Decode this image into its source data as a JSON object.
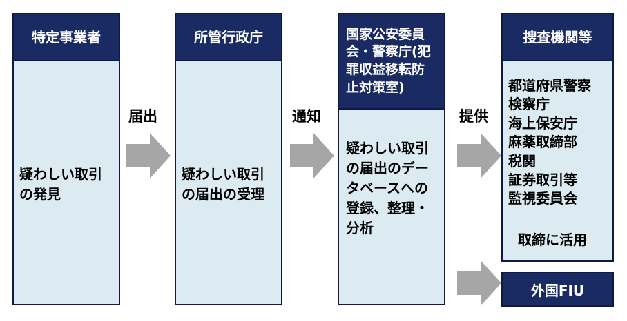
{
  "columns": [
    {
      "header": "特定事業者",
      "body": "疑わしい取引\nの発見"
    },
    {
      "header": "所管行政庁",
      "body": "疑わしい取引\nの届出の受理"
    },
    {
      "header": "国家公安委員\n会・警察庁(犯\n罪収益移転防\n止対策室)",
      "body": "疑わしい取引\nの届出のデー\nタベースへの\n登録、整理・\n分析"
    },
    {
      "header": "捜査機関等",
      "body": "都道府県警察\n検察庁\n海上保安庁\n麻薬取締部\n税関\n証券取引等\n監視委員会",
      "footer": "取締に活用"
    }
  ],
  "arrows": [
    {
      "label": "届出"
    },
    {
      "label": "通知"
    },
    {
      "label": "提供"
    },
    {
      "label": ""
    }
  ],
  "foreign_box": {
    "label": "外国FIU"
  },
  "colors": {
    "header_bg": "#1a2b63",
    "body_bg": "#dcebf2",
    "arrow": "#a6a6a6"
  }
}
